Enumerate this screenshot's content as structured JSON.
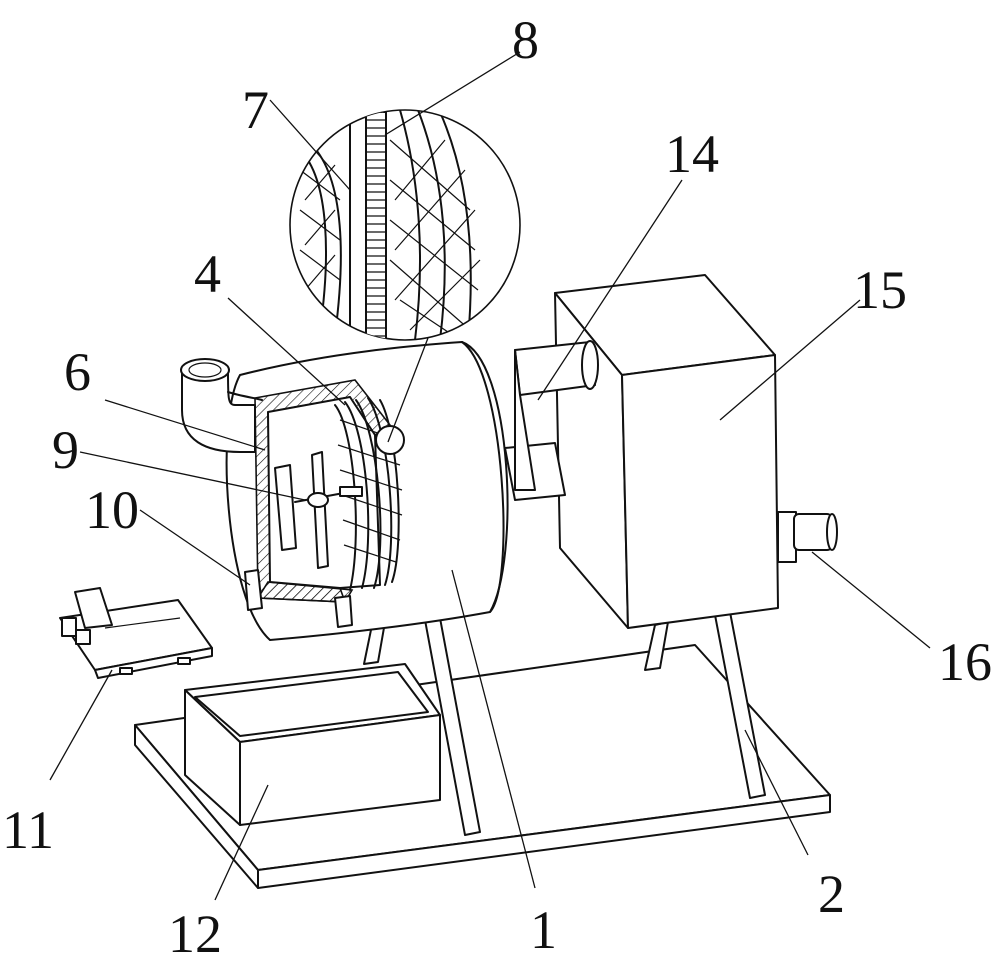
{
  "labels": {
    "l1": "1",
    "l2": "2",
    "l4": "4",
    "l6": "6",
    "l7": "7",
    "l8": "8",
    "l9": "9",
    "l10": "10",
    "l11": "11",
    "l12": "12",
    "l14": "14",
    "l15": "15",
    "l16": "16"
  }
}
